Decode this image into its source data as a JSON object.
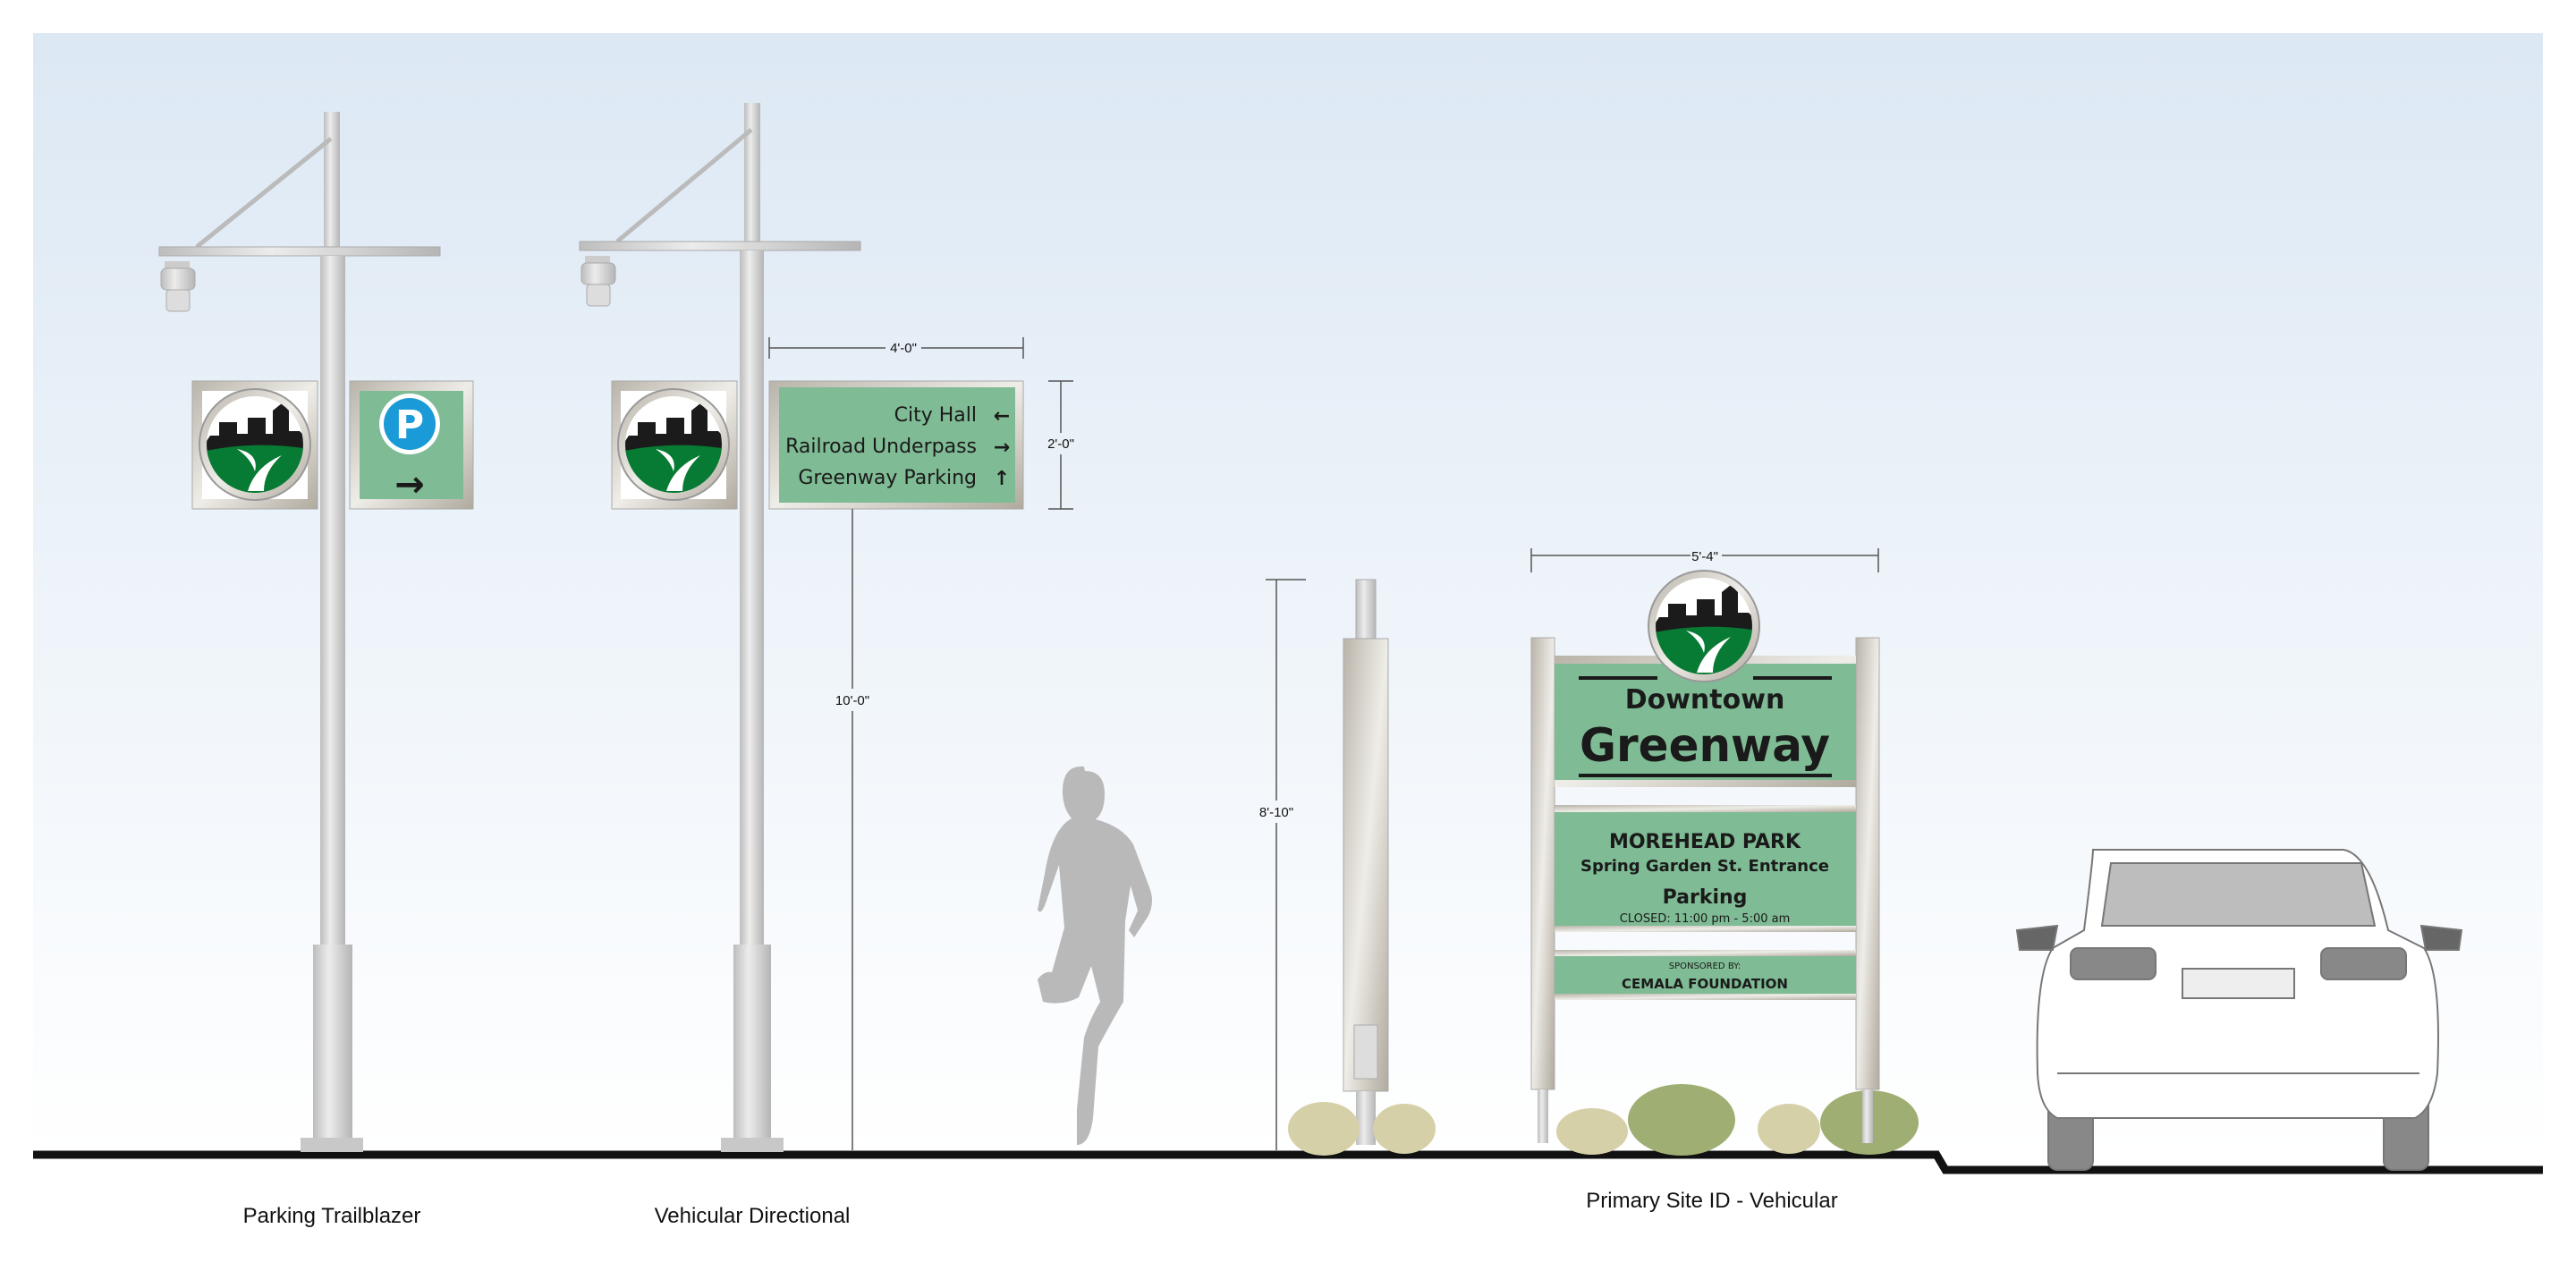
{
  "colors": {
    "sign_green": "#7fbb94",
    "logo_green": "#077a33",
    "parking_blue": "#1a9ad6",
    "frame": "#c9c6bf"
  },
  "trailblazer": {
    "caption": "Parking Trailblazer",
    "parking_letter": "P",
    "arrow": "→"
  },
  "directional": {
    "caption": "Vehicular Directional",
    "width_dim": "4'-0\"",
    "height_dim": "2'-0\"",
    "mount_dim": "10'-0\"",
    "destinations": [
      {
        "label": "City Hall",
        "arrow": "←"
      },
      {
        "label": "Railroad Underpass",
        "arrow": "→"
      },
      {
        "label": "Greenway Parking",
        "arrow": "↑"
      }
    ]
  },
  "post": {
    "height_dim": "8'-10\""
  },
  "primary": {
    "caption": "Primary Site ID - Vehicular",
    "width_dim": "5'-4\"",
    "brand_line1": "Downtown",
    "brand_line2": "Greenway",
    "park_name": "MOREHEAD PARK",
    "entrance": "Spring Garden St. Entrance",
    "parking": "Parking",
    "closed": "CLOSED:  11:00 pm - 5:00 am",
    "sponsored_by": "SPONSORED BY:",
    "sponsor": "CEMALA FOUNDATION"
  }
}
